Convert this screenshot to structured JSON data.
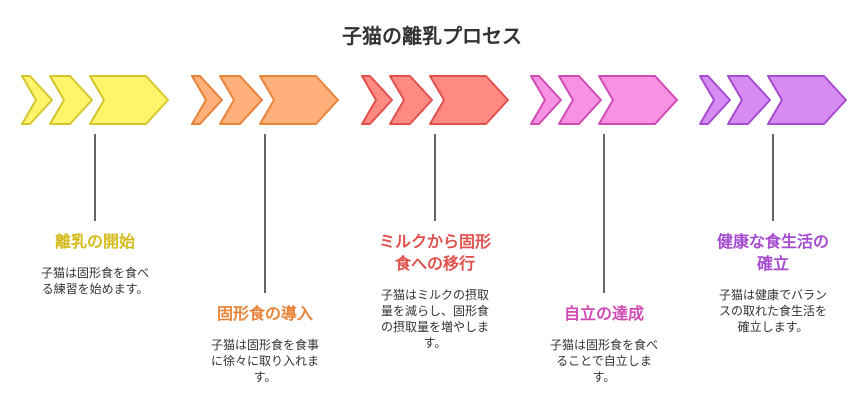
{
  "title": "子猫の離乳プロセス",
  "stages": [
    {
      "title_lines": [
        "離乳の開始"
      ],
      "desc_lines": [
        "子猫は固形食を食べ",
        "る練習を始めます。"
      ],
      "fill": "#FFF46B",
      "stroke": "#D4C62D",
      "title_color": "#D4BA1A"
    },
    {
      "title_lines": [
        "固形食の導入"
      ],
      "desc_lines": [
        "子猫は固形食を食事",
        "に徐々に取り入れま",
        "す。"
      ],
      "fill": "#FFB07A",
      "stroke": "#E8833A",
      "title_color": "#E8833A"
    },
    {
      "title_lines": [
        "ミルクから固形",
        "食への移行"
      ],
      "desc_lines": [
        "子猫はミルクの摂取",
        "量を減らし、固形食",
        "の摂取量を増やしま",
        "す。"
      ],
      "fill": "#FF8A84",
      "stroke": "#E0514B",
      "title_color": "#E0514B"
    },
    {
      "title_lines": [
        "自立の達成"
      ],
      "desc_lines": [
        "子猫は固形食を食べ",
        "ることで自立しま",
        "す。"
      ],
      "fill": "#F792E3",
      "stroke": "#D04AB5",
      "title_color": "#D04AB5"
    },
    {
      "title_lines": [
        "健康な食生活の",
        "確立"
      ],
      "desc_lines": [
        "子猫は健康でバラン",
        "スの取れた食生活を",
        "確立します。"
      ],
      "fill": "#D68CF2",
      "stroke": "#A64BD0",
      "title_color": "#A64BD0"
    }
  ]
}
